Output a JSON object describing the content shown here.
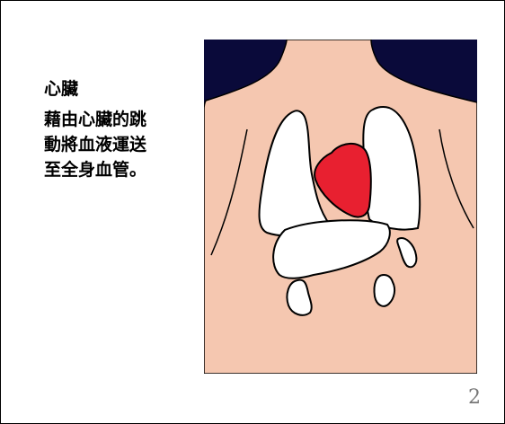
{
  "slide": {
    "heading": "心臟",
    "body_lines": [
      "藉由心臟的跳",
      "動將血液運送",
      "至全身血管。"
    ],
    "page_number": "2"
  },
  "illustration": {
    "background_color": "#0a0a3a",
    "skin_color": "#f5c7b0",
    "heart_color": "#e82030",
    "organ_color": "#ffffff"
  }
}
